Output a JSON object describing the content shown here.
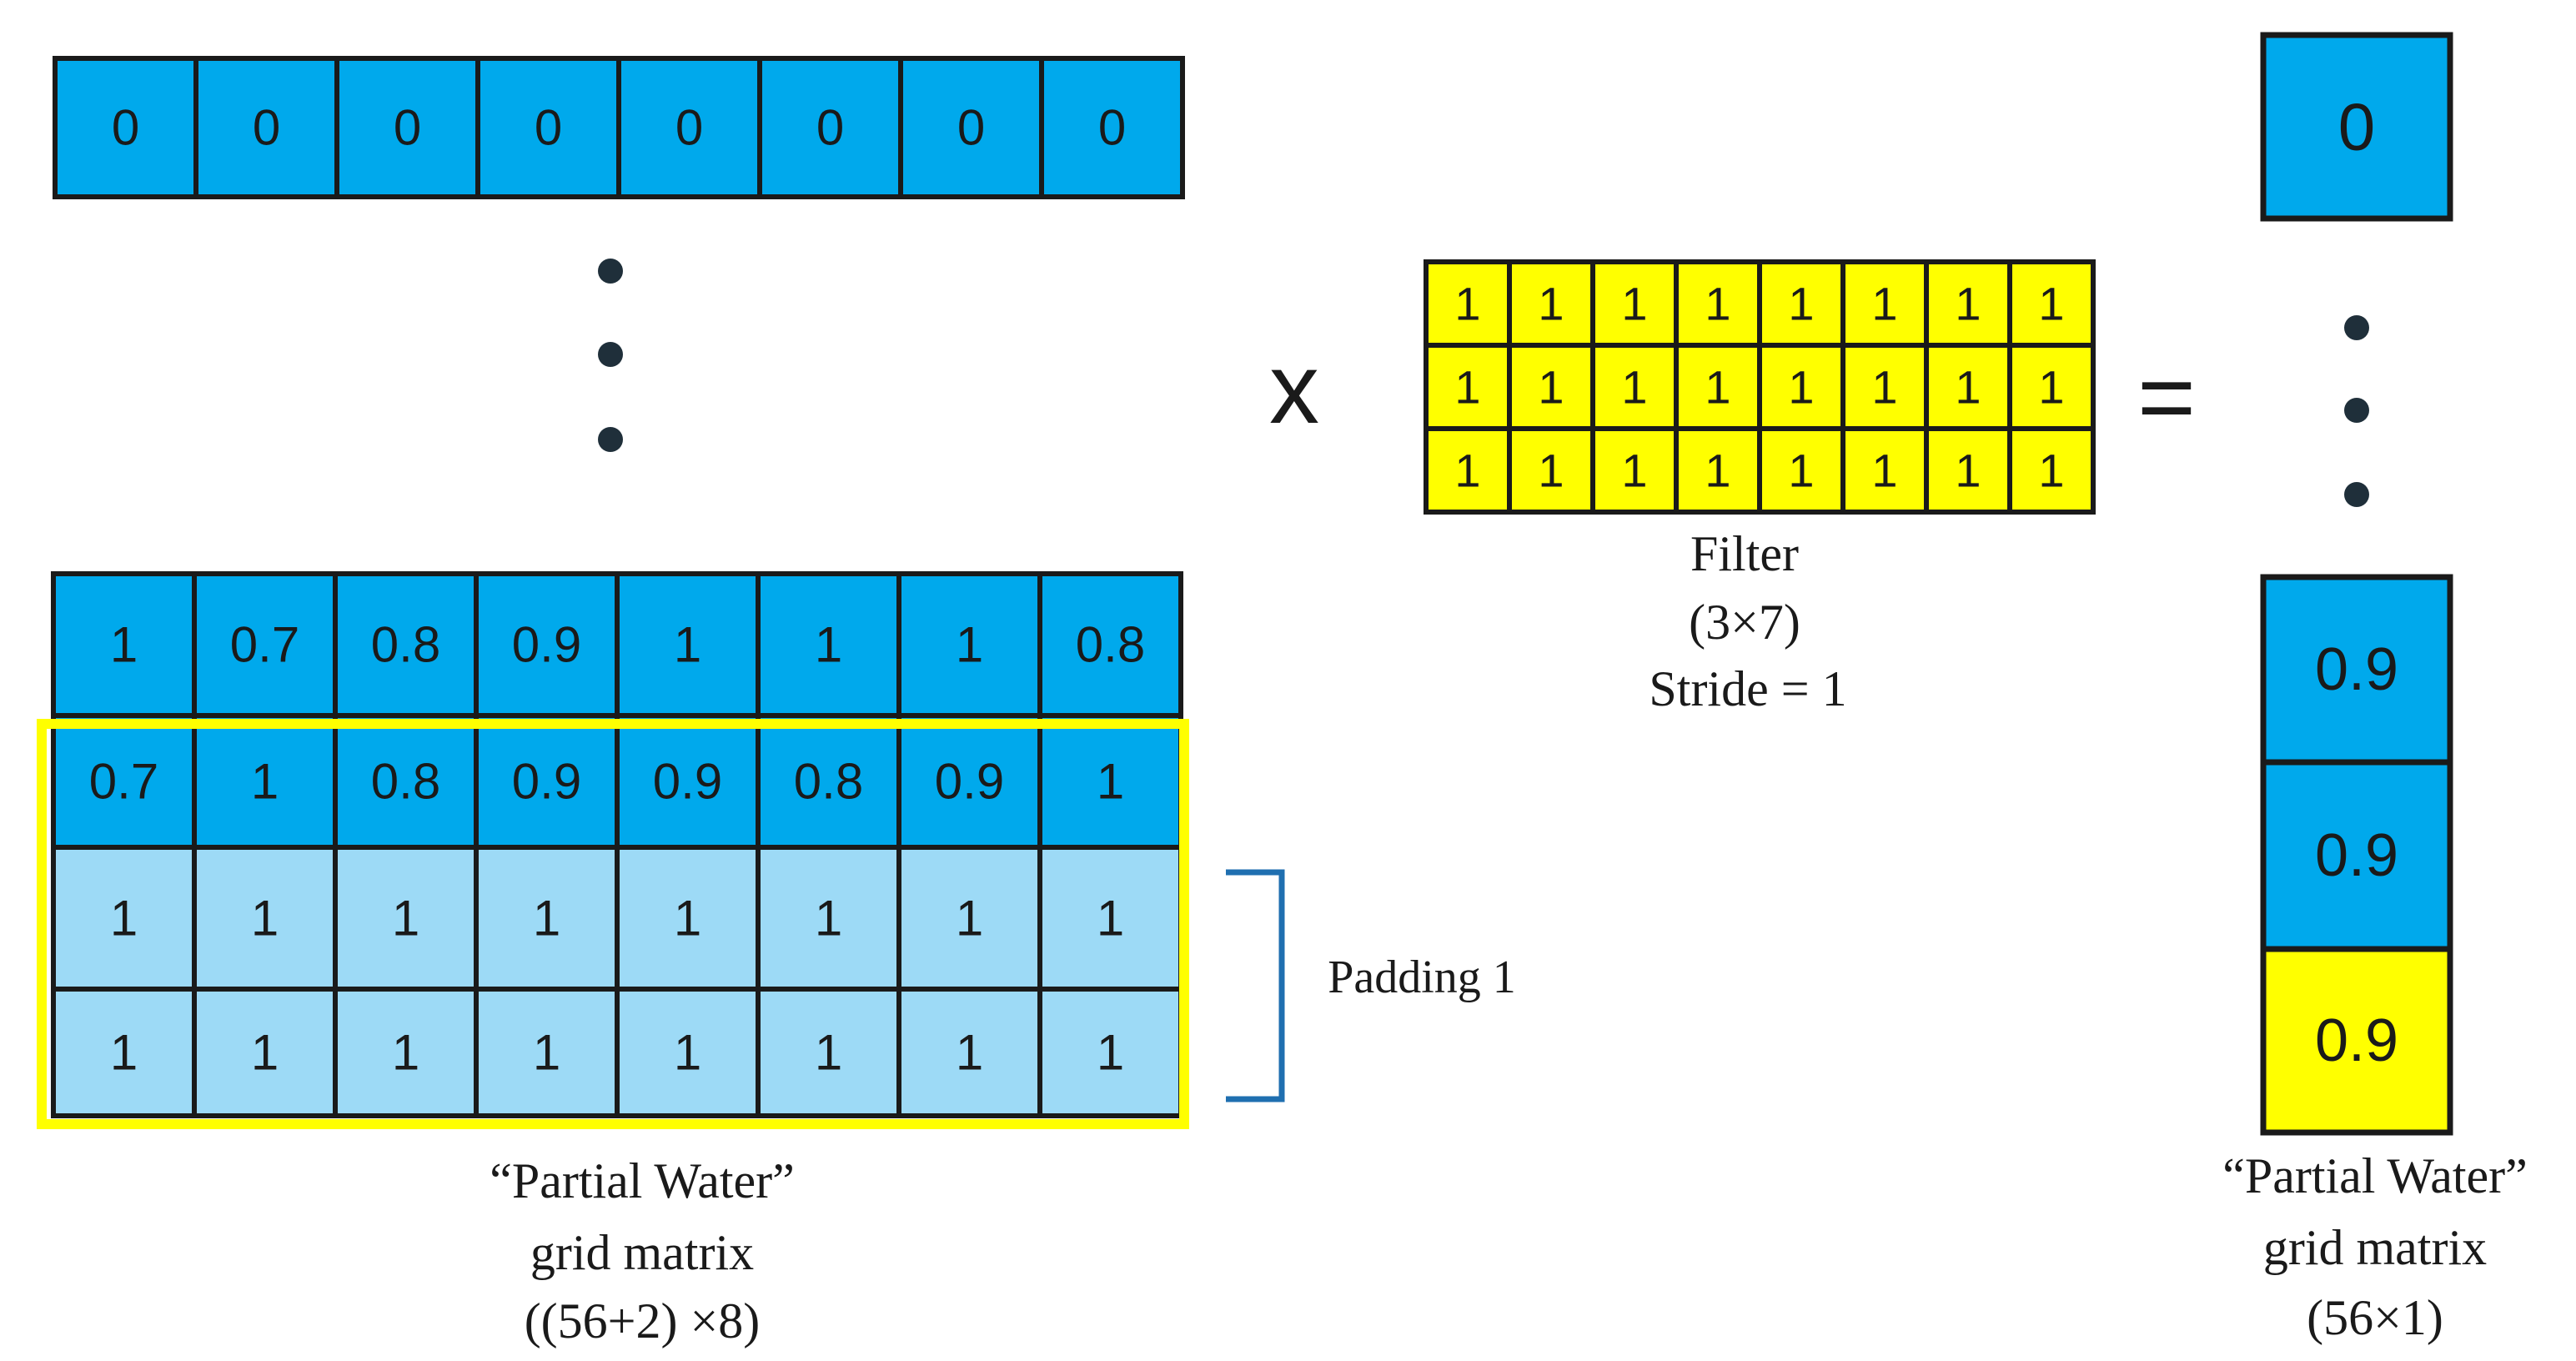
{
  "colors": {
    "blue": "#00a9ec",
    "light_blue": "#9ddaf6",
    "yellow": "#ffff00",
    "border": "#1a1a1a",
    "highlight": "#ffff00",
    "bracket": "#1f6fb0"
  },
  "top_row": [
    "0",
    "0",
    "0",
    "0",
    "0",
    "0",
    "0",
    "0"
  ],
  "bottom_rows": [
    {
      "fill": "blue",
      "values": [
        "1",
        "0.7",
        "0.8",
        "0.9",
        "1",
        "1",
        "1",
        "0.8"
      ]
    },
    {
      "fill": "blue",
      "values": [
        "0.7",
        "1",
        "0.8",
        "0.9",
        "0.9",
        "0.8",
        "0.9",
        "1"
      ]
    },
    {
      "fill": "light_blue",
      "values": [
        "1",
        "1",
        "1",
        "1",
        "1",
        "1",
        "1",
        "1"
      ]
    },
    {
      "fill": "light_blue",
      "values": [
        "1",
        "1",
        "1",
        "1",
        "1",
        "1",
        "1",
        "1"
      ]
    }
  ],
  "filter": {
    "rows": [
      [
        "1",
        "1",
        "1",
        "1",
        "1",
        "1",
        "1",
        "1"
      ],
      [
        "1",
        "1",
        "1",
        "1",
        "1",
        "1",
        "1",
        "1"
      ],
      [
        "1",
        "1",
        "1",
        "1",
        "1",
        "1",
        "1",
        "1"
      ]
    ],
    "label_lines": [
      "Filter",
      "(3×7)",
      "Stride = 1"
    ]
  },
  "operators": {
    "multiply": "x",
    "equals": "="
  },
  "padding_label": "Padding  1",
  "input_caption": [
    "“Partial Water”",
    "grid matrix",
    "((56+2) ×8)"
  ],
  "output": {
    "top": "0",
    "cells": [
      {
        "fill": "blue",
        "value": "0.9"
      },
      {
        "fill": "blue",
        "value": "0.9"
      },
      {
        "fill": "yellow",
        "value": "0.9"
      }
    ],
    "caption": [
      "“Partial Water”",
      "grid matrix",
      "(56×1)"
    ]
  }
}
